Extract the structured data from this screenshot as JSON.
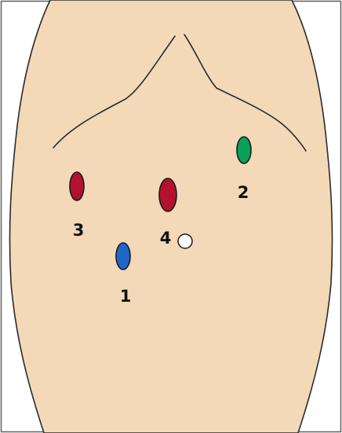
{
  "colors": {
    "background": "#ffffff",
    "frame": "#5f5f5f",
    "skin": "#f3d9b8",
    "outline": "#2a2a2a",
    "red": "#b3122e",
    "green": "#08a15a",
    "blue": "#1f66c8"
  },
  "markers": [
    {
      "id": "1",
      "label": "1",
      "color": "blue"
    },
    {
      "id": "2",
      "label": "2",
      "color": "green"
    },
    {
      "id": "3",
      "label": "3",
      "color": "red"
    },
    {
      "id": "4",
      "label": "4",
      "color": "red"
    }
  ],
  "reference_point": {
    "shape": "circle",
    "filled": false
  }
}
